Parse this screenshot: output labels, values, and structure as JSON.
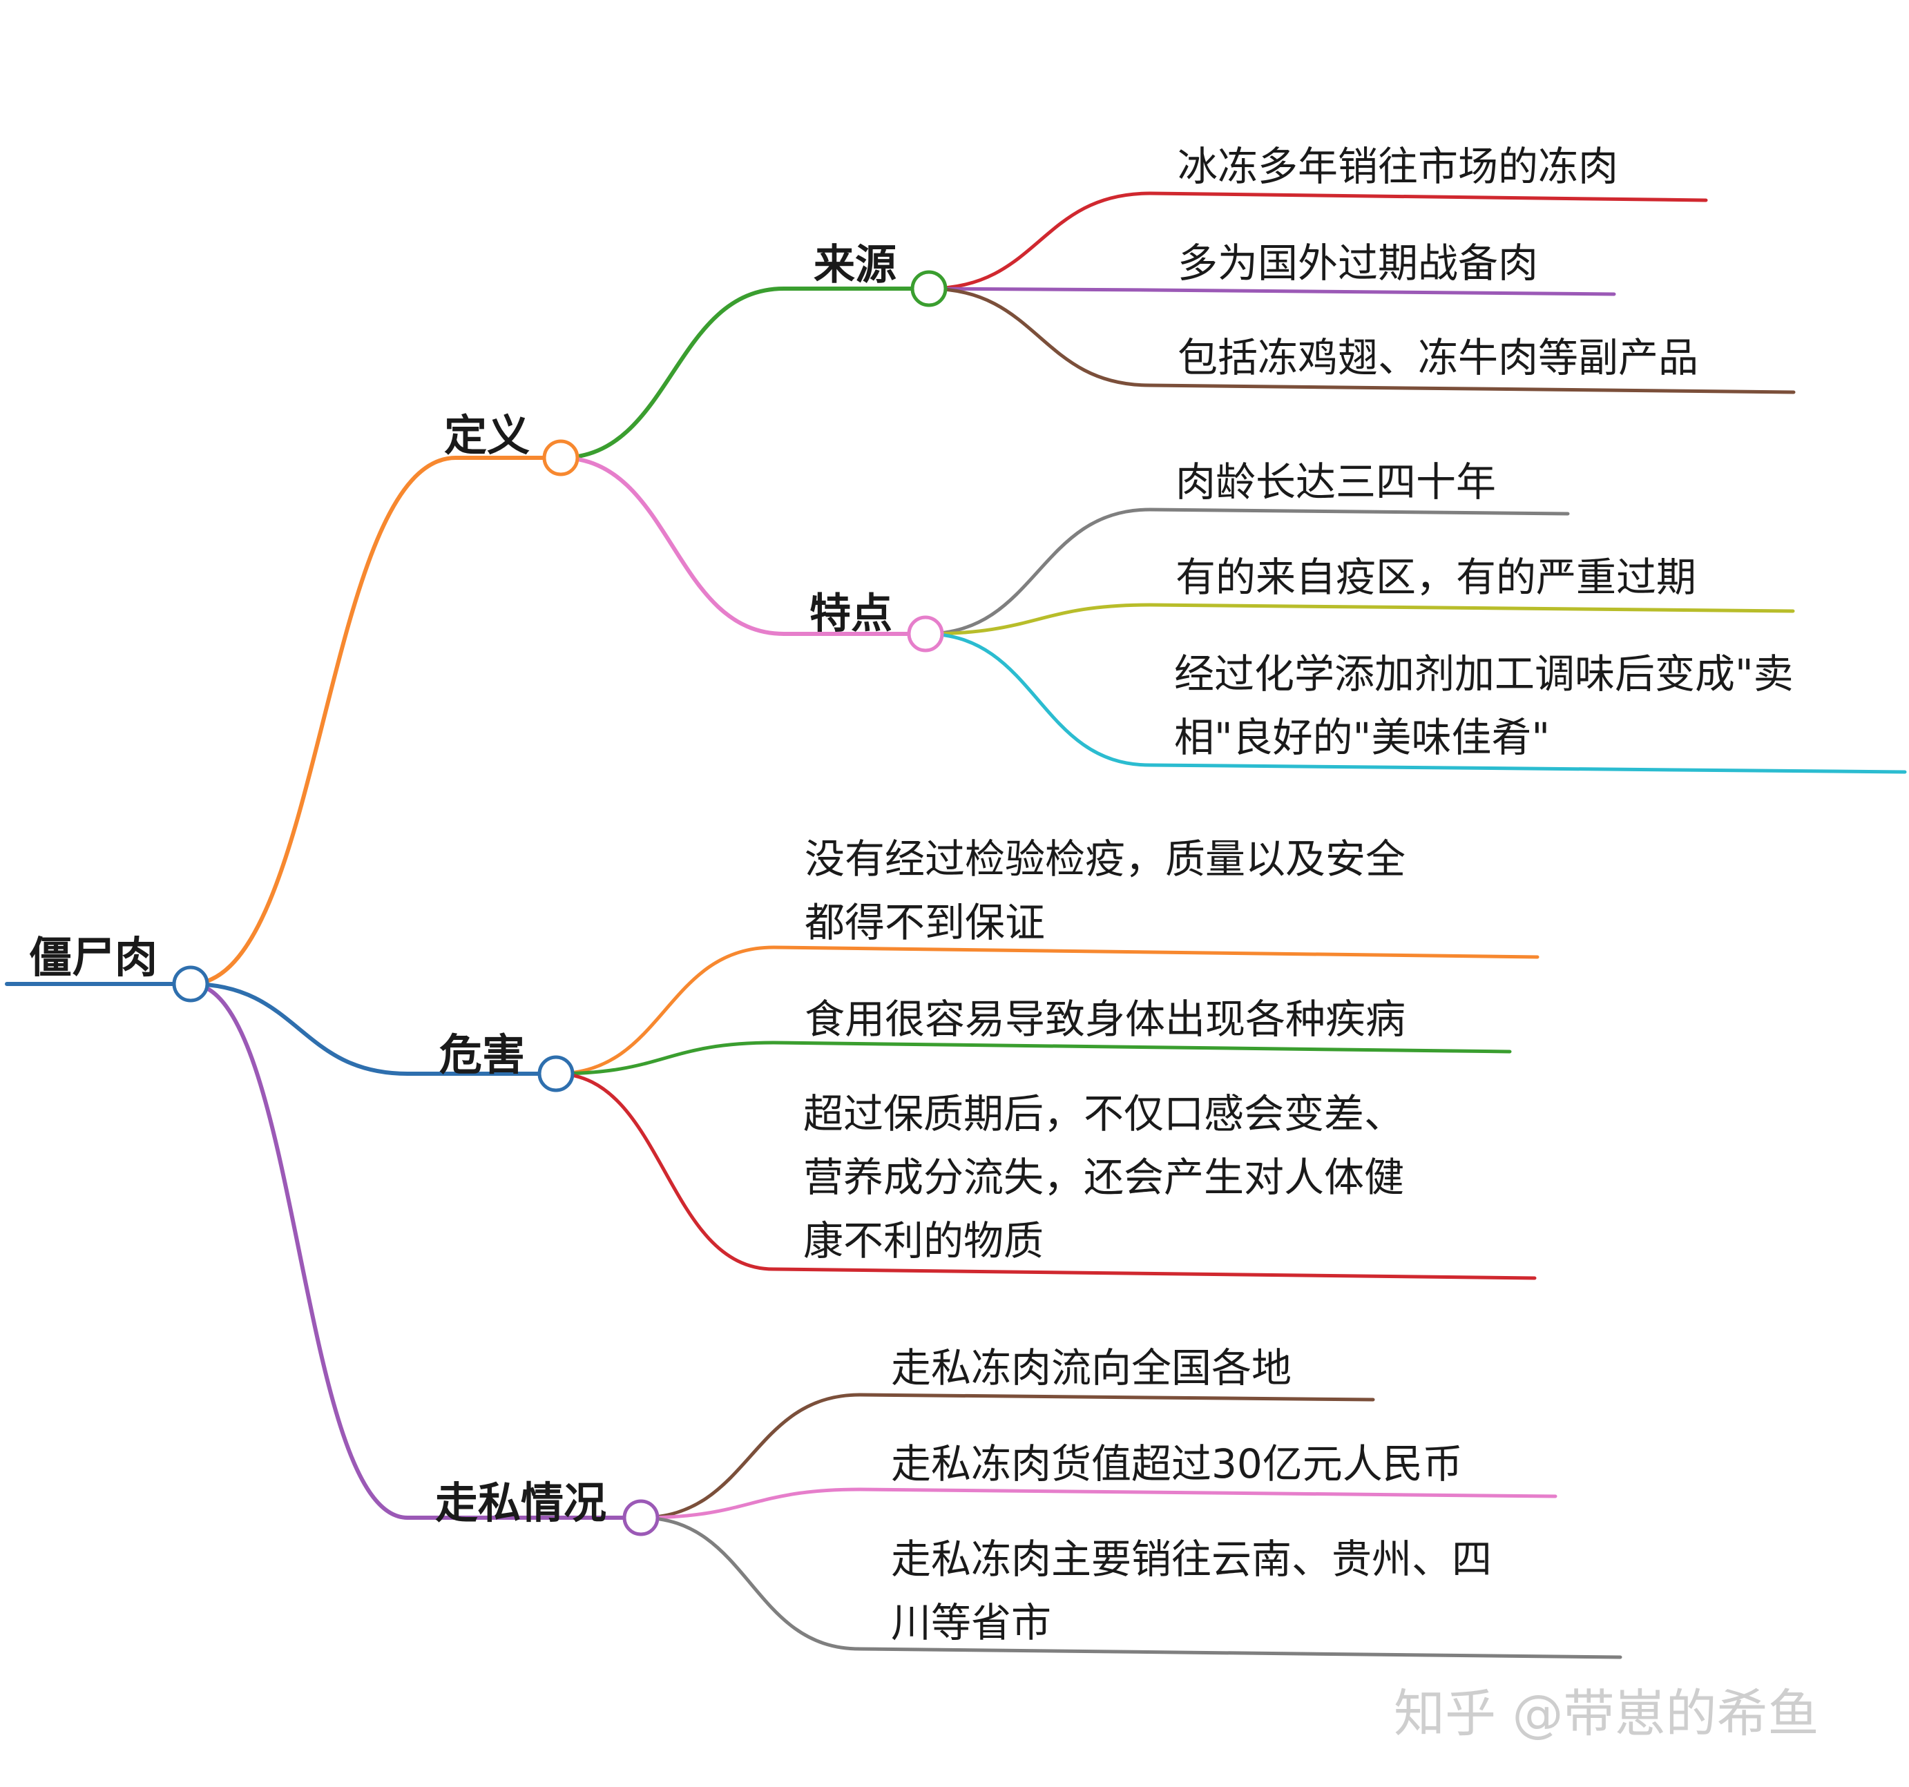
{
  "root": {
    "label": "僵尸肉"
  },
  "branches": {
    "definition": {
      "label": "定义",
      "color": "#f7882f",
      "source": {
        "label": "来源",
        "color": "#3a9e2f",
        "items": [
          {
            "text": "冰冻多年销往市场的冻肉",
            "color": "#d0282f"
          },
          {
            "text": "多为国外过期战备肉",
            "color": "#9b59b6"
          },
          {
            "text": "包括冻鸡翅、冻牛肉等副产品",
            "color": "#7b4f3a"
          }
        ]
      },
      "features": {
        "label": "特点",
        "color": "#e67ecb",
        "items": [
          {
            "text": "肉龄长达三四十年",
            "color": "#7f7f7f"
          },
          {
            "text": "有的来自疫区，有的严重过期",
            "color": "#b8bd2a"
          },
          {
            "text_lines": [
              "经过化学添加剂加工调味后变成\"卖",
              "相\"良好的\"美味佳肴\""
            ],
            "color": "#2bbcd0"
          }
        ]
      }
    },
    "harm": {
      "label": "危害",
      "color": "#2e6fae",
      "items": [
        {
          "text_lines": [
            "没有经过检验检疫，质量以及安全",
            "都得不到保证"
          ],
          "color": "#f7882f"
        },
        {
          "text": "食用很容易导致身体出现各种疾病",
          "color": "#3a9e2f"
        },
        {
          "text_lines": [
            "超过保质期后，不仅口感会变差、",
            "营养成分流失，还会产生对人体健",
            "康不利的物质"
          ],
          "color": "#d0282f"
        }
      ]
    },
    "smuggling": {
      "label": "走私情况",
      "color": "#9b59b6",
      "items": [
        {
          "text": "走私冻肉流向全国各地",
          "color": "#7b4f3a"
        },
        {
          "text": "走私冻肉货值超过30亿元人民币",
          "color": "#e67ecb"
        },
        {
          "text_lines": [
            "走私冻肉主要销往云南、贵州、四",
            "川等省市"
          ],
          "color": "#7f7f7f"
        }
      ]
    }
  },
  "root_color": "#2e6fae",
  "watermark": "知乎 @带崽的希鱼"
}
